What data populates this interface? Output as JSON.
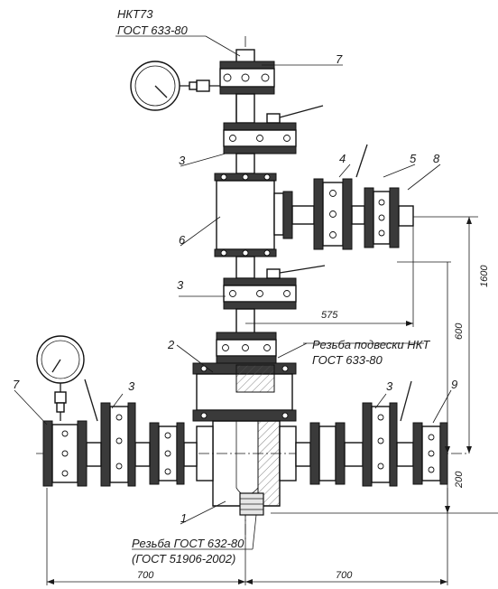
{
  "callouts": {
    "nkt73_line1": "НКТ73",
    "nkt73_line2": "ГОСТ 633-80",
    "thread_hanger_line1": "Резьба подвески НКТ",
    "thread_hanger_line2": "ГОСТ 633-80",
    "thread_bottom_line1": "Резьба ГОСТ 632-80",
    "thread_bottom_line2": "(ГОСТ 51906-2002)"
  },
  "part_numbers": {
    "p1": "1",
    "p2": "2",
    "p3_top": "3",
    "p3_mid": "3",
    "p3_left": "3",
    "p3_right": "3",
    "p4": "4",
    "p5": "5",
    "p6": "6",
    "p7_top": "7",
    "p7_left": "7",
    "p8": "8",
    "p9": "9"
  },
  "dimensions": {
    "d575": "575",
    "d600": "600",
    "d1600": "1600",
    "d200": "200",
    "d700_left": "700",
    "d700_right": "700"
  },
  "colors": {
    "ink": "#1a1a1a",
    "flange": "#3a3a3a",
    "body": "#ffffff"
  },
  "icons": [
    "pressure-gauge-icon",
    "valve-handle-icon"
  ]
}
